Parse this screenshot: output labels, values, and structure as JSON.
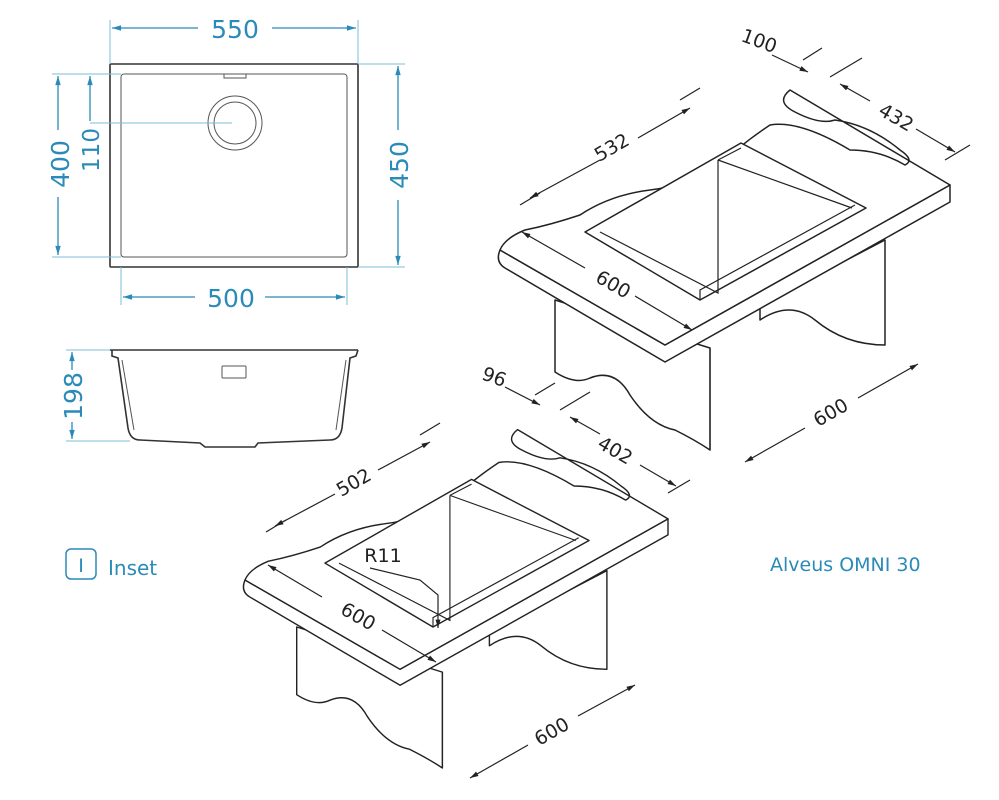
{
  "colors": {
    "dimension": "#2b8bb8",
    "line": "#222222"
  },
  "plan_view": {
    "overall_width": "550",
    "overall_depth": "450",
    "bowl_width": "500",
    "bowl_depth": "400",
    "drain_offset": "110"
  },
  "section_view": {
    "depth": "198"
  },
  "undermount_view": {
    "offset": "100",
    "width_back": "432",
    "width_cut": "532",
    "front": "600",
    "side": "600"
  },
  "inset_view": {
    "offset": "96",
    "width_back": "402",
    "width_cut": "502",
    "radius": "R11",
    "front": "600",
    "side": "600"
  },
  "legend": {
    "icon_letter": "I",
    "label": "Inset"
  },
  "product_name": "Alveus OMNI 30"
}
